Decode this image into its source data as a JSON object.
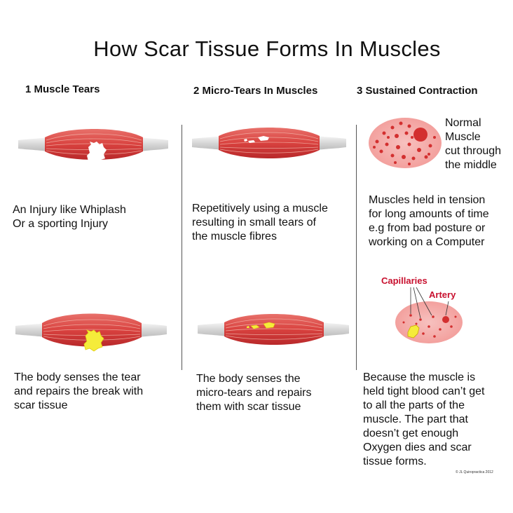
{
  "title": "How Scar Tissue Forms In Muscles",
  "columns": [
    {
      "heading": "1 Muscle Tears",
      "top_text": [
        "An Injury like Whiplash",
        "Or a sporting Injury"
      ],
      "bottom_text": [
        "The body senses the tear",
        "and repairs the break with",
        "scar tissue"
      ]
    },
    {
      "heading": "2 Micro-Tears In Muscles",
      "top_text": [
        "Repetitively using a muscle",
        "resulting in small tears of",
        "the muscle fibres"
      ],
      "bottom_text": [
        "The body senses the",
        "micro-tears and repairs",
        "them with scar tissue"
      ]
    },
    {
      "heading": "3 Sustained Contraction",
      "normal_label": [
        "Normal",
        "Muscle",
        "cut through",
        "the middle"
      ],
      "top_text": [
        "Muscles held in tension",
        "for long amounts of time",
        "e.g from bad posture or",
        "working on a Computer"
      ],
      "capillaries_label": "Capillaries",
      "artery_label": "Artery",
      "bottom_text": [
        "Because the muscle is",
        "held tight blood can’t get",
        "to all the parts of the",
        "muscle. The part that",
        "doesn’t get enough",
        "Oxygen dies and scar",
        "tissue forms."
      ]
    }
  ],
  "credit": "© JL Quiropractica 2012",
  "colors": {
    "muscle": "#d9423f",
    "muscle_dark": "#b8282a",
    "tendon": "#dcdcdc",
    "scar": "#f5ec3a",
    "cross_section": "#f4a9a7",
    "dots": "#d32f2f",
    "label_red": "#c8102e"
  }
}
